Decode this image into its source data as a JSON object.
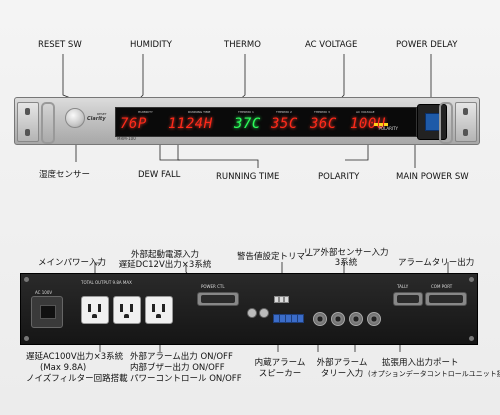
{
  "front": {
    "labels": {
      "reset_sw": "RESET SW",
      "humidity": "HUMIDITY",
      "thermo": "THERMO",
      "ac_voltage": "AC VOLTAGE",
      "power_delay": "POWER DELAY",
      "humidity_sensor": "湿度センサー",
      "dew_fall": "DEW FALL",
      "running_time": "RUNNING TIME",
      "polarity": "POLARITY",
      "main_power_sw": "MAIN POWER SW"
    },
    "display": {
      "dew_value": "76P",
      "hour_value": "1124H",
      "thermo1": "37C",
      "thermo2": "35C",
      "thermo3": "36C",
      "voltage": "100U",
      "tag_dew": "HUMIDITY",
      "tag_time": "RUNNING TIME",
      "tag_t1": "THERMO 1",
      "tag_t2": "THERMO 2",
      "tag_t3": "THERMO 3",
      "tag_ac": "AC VOLTAGE",
      "polarity_tag": "POLARITY"
    },
    "brand": "Clarity",
    "model": "MRM-100",
    "reset_tag": "RESET"
  },
  "rear": {
    "labels": {
      "main_power_in": "メインパワー入力",
      "ext_power_line1": "外部起動電源入力",
      "ext_power_line2": "遅延DC12V出力×3系統",
      "alarm_trimmer": "警告値設定トリマー",
      "rear_sensor_line1": "リア外部センサー入力",
      "rear_sensor_line2": "3系統",
      "alarm_tally_out": "アラームタリー出力",
      "delay_ac_line1": "遅延AC100V出力×3系統",
      "delay_ac_line2": "(Max 9.8A)",
      "delay_ac_line3": "ノイズフィルター回路搭載",
      "ext_alarm_line1": "外部アラーム出力 ON/OFF",
      "ext_alarm_line2": "内部ブザー出力 ON/OFF",
      "ext_alarm_line3": "パワーコントロール ON/OFF",
      "buzzer_line1": "内蔵アラーム",
      "buzzer_line2": "スピーカー",
      "ext_tally_line1": "外部アラーム",
      "ext_tally_line2": "タリー入力",
      "ext_port_line1": "拡張用入出力ポート",
      "ext_port_line2": "(オプションデータコントロールユニット接続用)"
    },
    "panel": {
      "ac_in": "AC 100V",
      "total_output": "TOTAL OUTPUT 9.8A MAX",
      "power_ctl": "POWER CTL",
      "tally": "TALLY",
      "com_port": "COM PORT"
    }
  }
}
